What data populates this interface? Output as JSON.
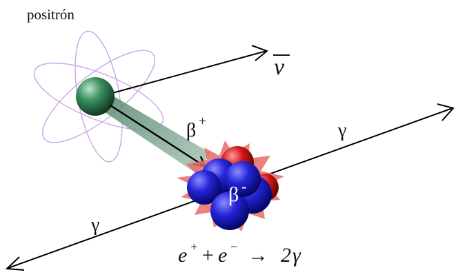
{
  "labels": {
    "positron": "positrón",
    "antineutrino_symbol": "ν",
    "beta_plus": "β",
    "beta_plus_sup": "+",
    "beta_minus": "β",
    "beta_minus_sup": "-",
    "gamma_right": "γ",
    "gamma_left": "γ"
  },
  "equation": {
    "e1": "e",
    "e1_sup": "+",
    "plus": "+",
    "e2": "e",
    "e2_sup": "−",
    "arrow": "→",
    "coef": "2",
    "gamma": "γ"
  },
  "colors": {
    "orbit": "#c9a6e6",
    "positron": "#2e7d4f",
    "trail": "#7fa895",
    "proton": "#c81414",
    "neutron": "#1c1ccc",
    "burst": "#e86a6a",
    "line": "#000000"
  }
}
